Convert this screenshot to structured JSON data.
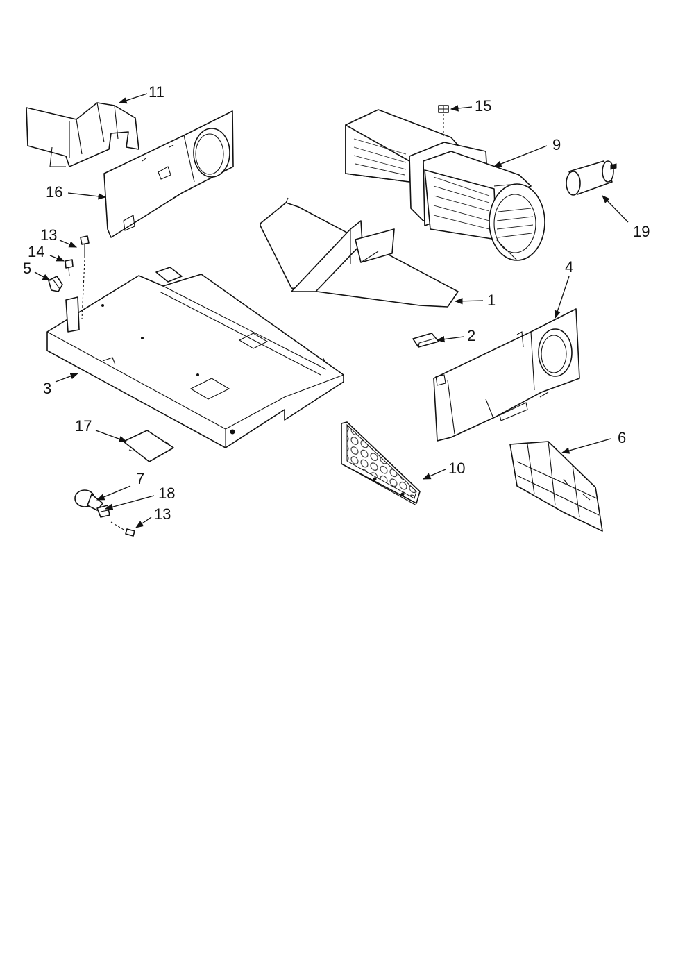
{
  "callouts": {
    "c1": "1",
    "c2": "2",
    "c3": "3",
    "c4": "4",
    "c5": "5",
    "c6": "6",
    "c7": "7",
    "c9": "9",
    "c10": "10",
    "c11": "11",
    "c13a": "13",
    "c13b": "13",
    "c14": "14",
    "c15": "15",
    "c16": "16",
    "c17": "17",
    "c18": "18",
    "c19": "19"
  },
  "colors": {
    "line": "#111111",
    "background": "#ffffff"
  }
}
